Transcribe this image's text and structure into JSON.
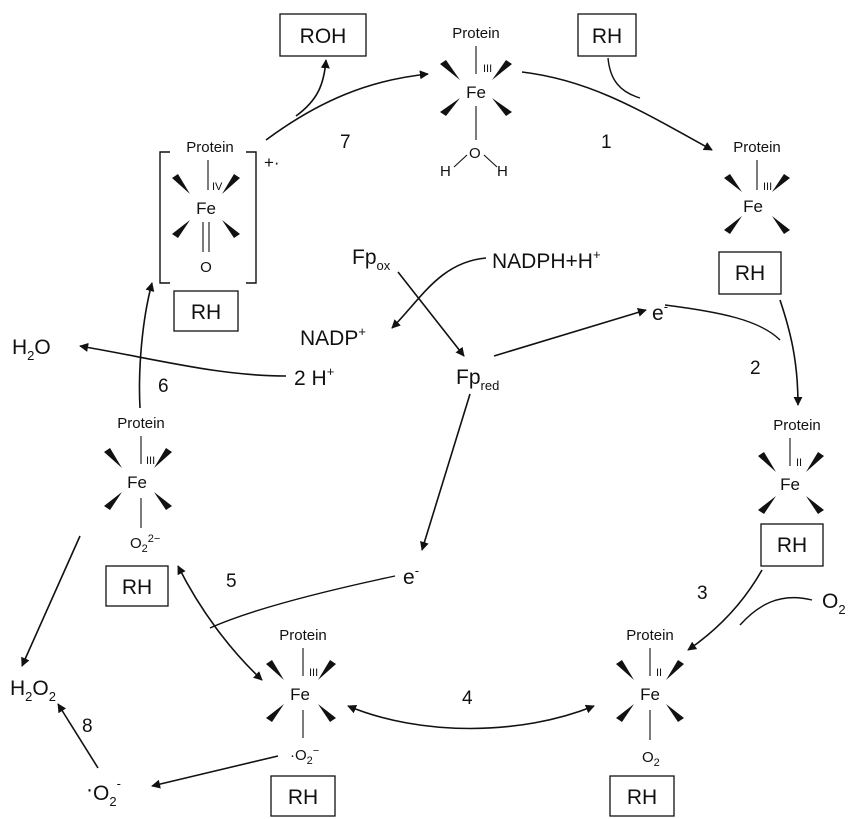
{
  "labels": {
    "protein": "Protein",
    "fe": "Fe",
    "rh": "RH",
    "roh": "ROH",
    "ox_III": "III",
    "ox_II": "II",
    "ox_IV": "IV",
    "h": "H",
    "o": "O",
    "o_sym": "O",
    "o2_sub": "2",
    "o2_charge": "2−",
    "o2_minus": "−",
    "radical_cation": "+·",
    "dot": "·"
  },
  "species": {
    "fp_ox_main": "Fp",
    "fp_ox_sub": "ox",
    "fp_red_main": "Fp",
    "fp_red_sub": "red",
    "nadph_main": "NADPH+H",
    "nadph_sup": "+",
    "nadp_main": "NADP",
    "nadp_sup": "+",
    "two_h_main": "2 H",
    "two_h_sup": "+",
    "water_h": "H",
    "water_sub": "2",
    "water_o": "O",
    "h2o2_h": "H",
    "h2o2_sub1": "2",
    "h2o2_o": "O",
    "h2o2_sub2": "2",
    "o2_o": "O",
    "o2_sub": "2",
    "superoxide_o": "O",
    "superoxide_sub": "2",
    "superoxide_sup": "-",
    "electron_e": "e",
    "electron_sup": "-"
  },
  "steps": [
    "1",
    "2",
    "3",
    "4",
    "5",
    "6",
    "7",
    "8"
  ]
}
